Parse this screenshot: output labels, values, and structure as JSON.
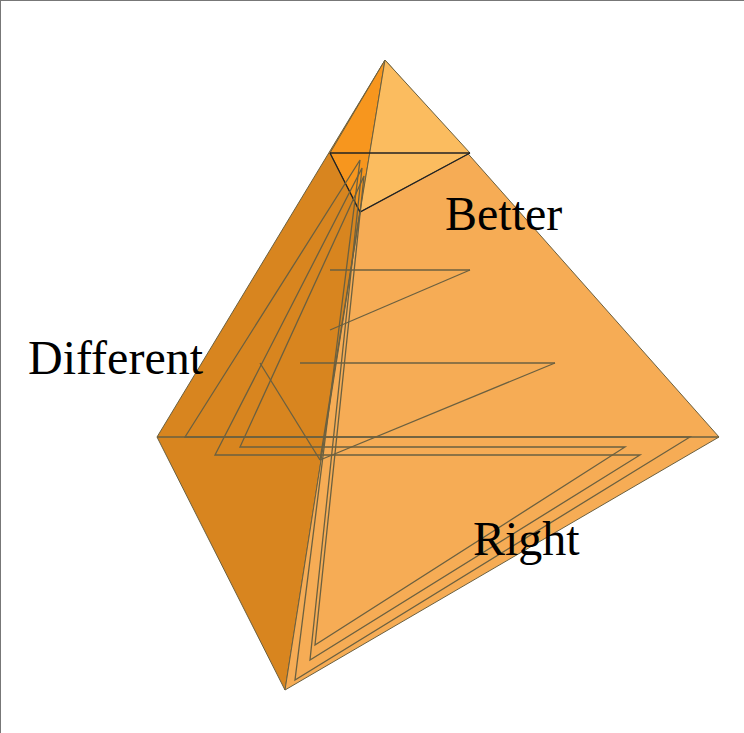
{
  "diagram": {
    "labels": [
      "Different",
      "Better",
      "Right"
    ]
  }
}
